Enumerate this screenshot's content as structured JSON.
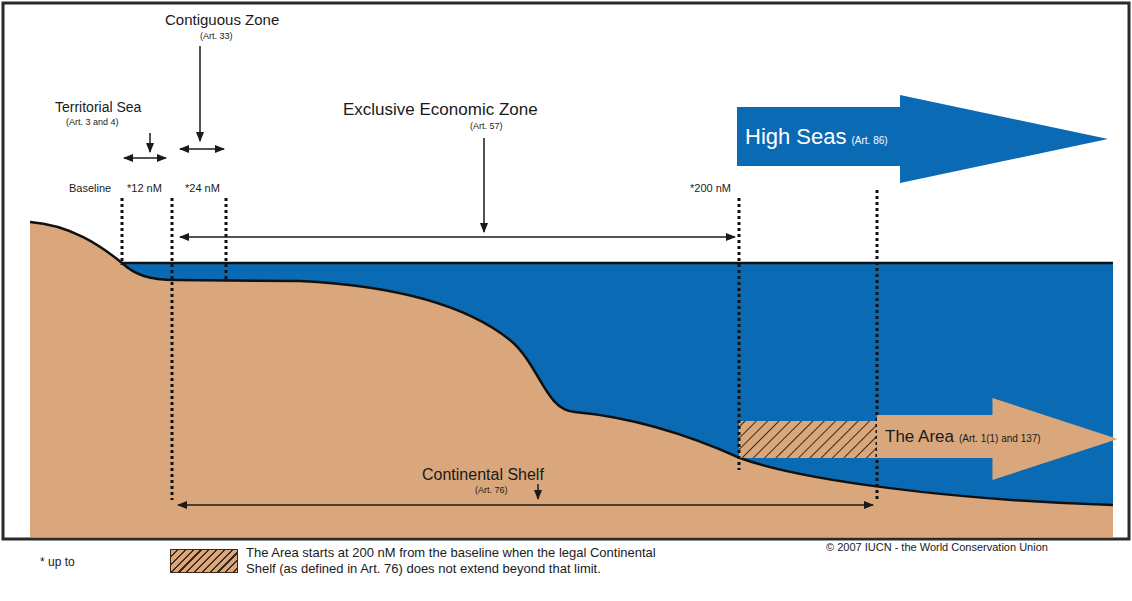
{
  "diagram": {
    "nodes": [
      {
        "text": [
          "High Seas",
          "(Art. 86)"
        ]
      },
      {
        "text": [
          "The Area",
          "(Art. 1(1) and 137)"
        ]
      }
    ],
    "labels": [
      "Contiguous Zone",
      "(Art. 33)",
      "Territorial Sea",
      "(Art. 3 and 4)",
      "Exclusive Economic Zone",
      "(Art. 57)",
      "Baseline",
      "*12 nM",
      "*24 nM",
      "*200 nM",
      "Continental Shelf",
      "(Art. 76)",
      "* up to",
      "© 2007 IUCN - the World Conservation Union"
    ],
    "legend": [
      {
        "text": "The Area starts at 200 nM from the baseline when the legal Continental Shelf (as defined in Art. 76) does not extend beyond that limit."
      }
    ]
  }
}
